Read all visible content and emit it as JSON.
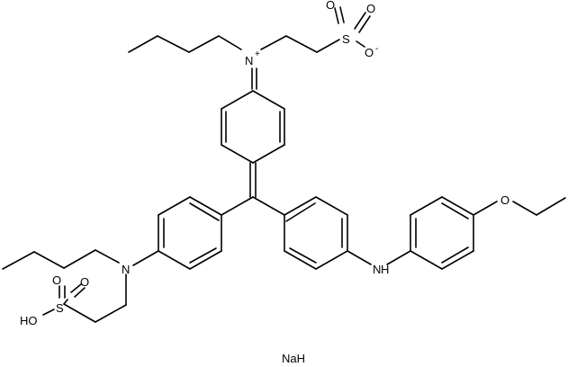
{
  "molecule": {
    "atoms": {
      "n_iminium": "N",
      "n_iminium_charge": "+",
      "sulfonate_o_top_left": "O",
      "sulfonate_s": "S",
      "sulfonate_o_top_right": "O",
      "sulfonate_o_minus": "O",
      "sulfonate_o_minus_charge": "-",
      "amine_n_left": "N",
      "acid_o_upper": "O",
      "acid_s": "S",
      "acid_o_lower": "O",
      "acid_oh": "HO",
      "anilino_nh": "N",
      "anilino_h": "H",
      "ether_o": "O"
    },
    "counterion": "NaH"
  },
  "colors": {
    "bond": "#000000",
    "text": "#000000",
    "background": "#ffffff"
  }
}
